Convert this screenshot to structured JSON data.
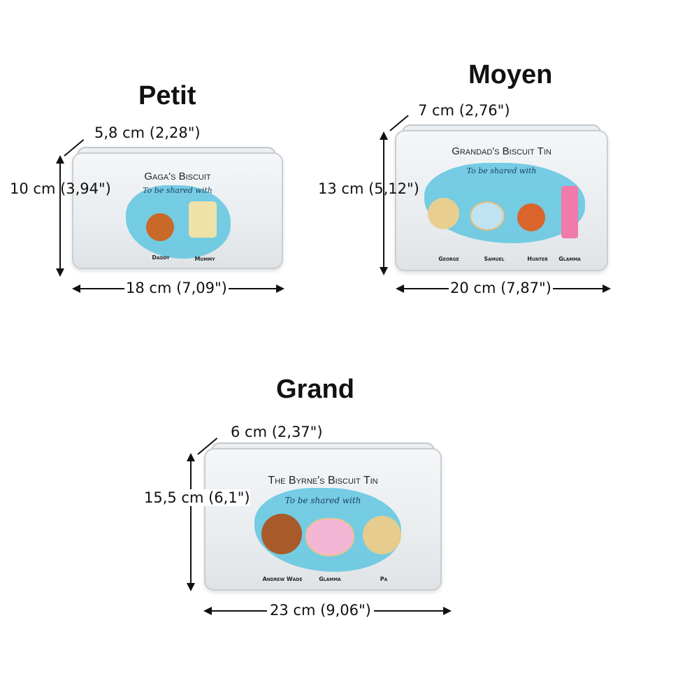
{
  "petit": {
    "title": "Petit",
    "depth": "5,8 cm (2,28\")",
    "height": "10 cm (3,94\")",
    "width": "18 cm (7,09\")",
    "tin": {
      "name": "Gaga's Biscuit",
      "subtitle": "To be shared with",
      "characters": [
        "Daddy",
        "Mummy"
      ]
    }
  },
  "moyen": {
    "title": "Moyen",
    "depth": "7 cm (2,76\")",
    "height": "13 cm (5,12\")",
    "width": "20 cm (7,87\")",
    "tin": {
      "name": "Grandad's Biscuit Tin",
      "subtitle": "To be shared with",
      "characters": [
        "George",
        "Samuel",
        "Hunter",
        "Glamma"
      ]
    }
  },
  "grand": {
    "title": "Grand",
    "depth": "6 cm (2,37\")",
    "height": "15,5 cm (6,1\")",
    "width": "23 cm (9,06\")",
    "tin": {
      "name": "The Byrne's Biscuit Tin",
      "subtitle": "To be shared with",
      "characters": [
        "Andrew Wade",
        "Glamma",
        "Pa"
      ]
    }
  }
}
